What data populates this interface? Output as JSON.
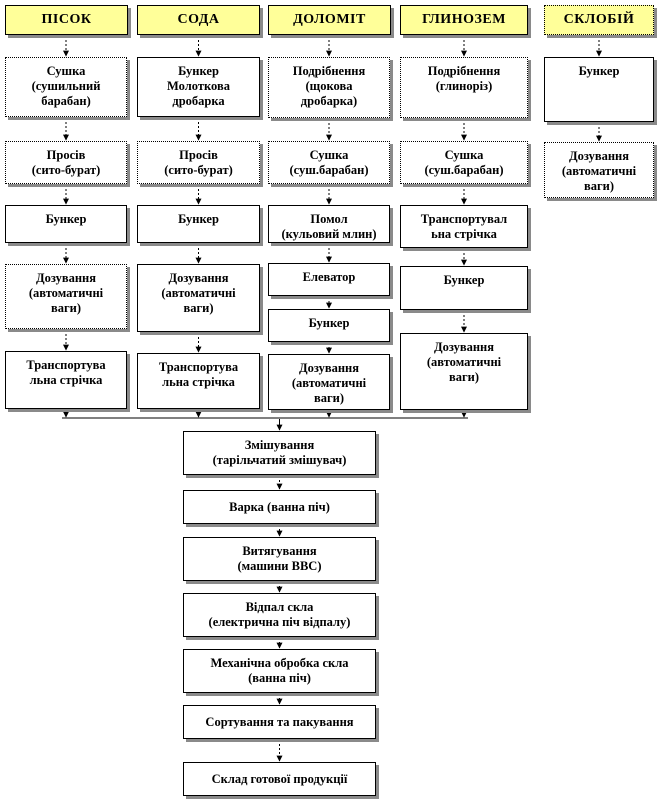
{
  "headers": [
    {
      "id": "sand",
      "label": "ПІСОК"
    },
    {
      "id": "soda",
      "label": "СОДА"
    },
    {
      "id": "dolomite",
      "label": "ДОЛОМІТ"
    },
    {
      "id": "alumina",
      "label": "ГЛИНОЗЕМ"
    },
    {
      "id": "cullet",
      "label": "СКЛОБІЙ"
    }
  ],
  "columns": {
    "sand": [
      {
        "lines": [
          "Сушка",
          "(сушильний",
          "барабан)"
        ]
      },
      {
        "lines": [
          "Просів",
          "(сито-бурат)"
        ]
      },
      {
        "lines": [
          "Бункер"
        ]
      },
      {
        "lines": [
          "Дозування",
          "(автоматичні",
          "ваги)"
        ]
      },
      {
        "lines": [
          "Транспортува",
          "льна стрічка"
        ]
      }
    ],
    "soda": [
      {
        "lines": [
          "Бункер",
          "Молоткова",
          "дробарка"
        ]
      },
      {
        "lines": [
          "Просів",
          "(сито-бурат)"
        ]
      },
      {
        "lines": [
          "Бункер"
        ]
      },
      {
        "lines": [
          "Дозування",
          "(автоматичні",
          "ваги)"
        ]
      },
      {
        "lines": [
          "Транспортува",
          "льна стрічка"
        ]
      }
    ],
    "dolomite": [
      {
        "lines": [
          "Подрібнення",
          "(щокова",
          "дробарка)"
        ]
      },
      {
        "lines": [
          "Сушка",
          "(суш.барабан)"
        ]
      },
      {
        "lines": [
          "Помол",
          "(кульовий млин)"
        ]
      },
      {
        "lines": [
          "Елеватор"
        ]
      },
      {
        "lines": [
          "Бункер"
        ]
      },
      {
        "lines": [
          "Дозування",
          "(автоматичні",
          "ваги)"
        ]
      }
    ],
    "alumina": [
      {
        "lines": [
          "Подрібнення",
          "(глиноріз)"
        ]
      },
      {
        "lines": [
          "Сушка",
          "(суш.барабан)"
        ]
      },
      {
        "lines": [
          "Транспортувал",
          "ьна стрічка"
        ]
      },
      {
        "lines": [
          "Бункер"
        ]
      },
      {
        "lines": [
          "Дозування",
          "(автоматичні",
          "ваги)"
        ]
      }
    ],
    "cullet": [
      {
        "lines": [
          "Бункер"
        ]
      },
      {
        "lines": [
          "Дозування",
          "(автоматичні",
          "ваги)"
        ]
      }
    ]
  },
  "main_flow": [
    {
      "lines": [
        "Змішування",
        "(тарільчатий змішувач)"
      ]
    },
    {
      "lines": [
        "Варка  (ванна піч)"
      ]
    },
    {
      "lines": [
        "Витягування",
        "(машини ВВС)"
      ]
    },
    {
      "lines": [
        "Відпал  скла",
        "(електрична піч відпалу)"
      ]
    },
    {
      "lines": [
        "Механічна обробка скла",
        "(ванна піч)"
      ]
    },
    {
      "lines": [
        "Сортування та пакування"
      ]
    },
    {
      "lines": [
        "Склад готової продукції"
      ]
    }
  ],
  "colors": {
    "header_fill": "#ffff99",
    "shadow": "#8a8a8a",
    "line": "#000000"
  }
}
